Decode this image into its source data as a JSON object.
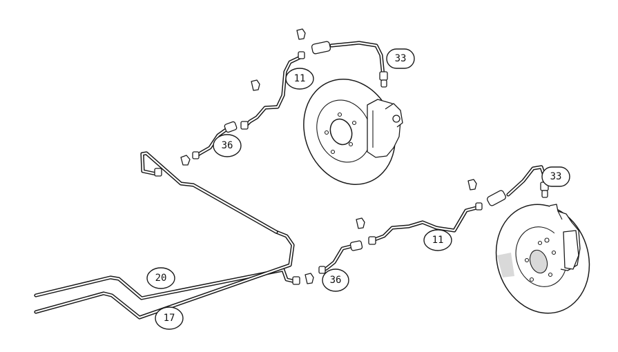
{
  "diagram": {
    "title": "Brake lines, hoses and discs exploded view",
    "callouts": [
      {
        "id": "33-upper",
        "label": "33"
      },
      {
        "id": "11-upper",
        "label": "11"
      },
      {
        "id": "36-upper",
        "label": "36"
      },
      {
        "id": "33-lower",
        "label": "33"
      },
      {
        "id": "11-lower",
        "label": "11"
      },
      {
        "id": "36-lower",
        "label": "36"
      },
      {
        "id": "20",
        "label": "20"
      },
      {
        "id": "17",
        "label": "17"
      }
    ],
    "colors": {
      "line": "#1a1a1a",
      "background": "#ffffff",
      "shade": "#d9d9d9"
    }
  }
}
